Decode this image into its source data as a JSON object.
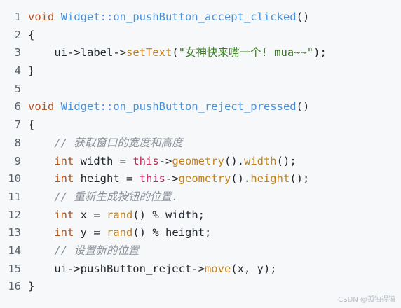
{
  "code": {
    "lines": [
      {
        "num": "1",
        "tokens": [
          {
            "t": "void",
            "c": "kw"
          },
          {
            "t": " ",
            "c": "plain"
          },
          {
            "t": "Widget::on_pushButton_accept_clicked",
            "c": "fn"
          },
          {
            "t": "()",
            "c": "plain"
          }
        ]
      },
      {
        "num": "2",
        "tokens": [
          {
            "t": "{",
            "c": "plain"
          }
        ]
      },
      {
        "num": "3",
        "tokens": [
          {
            "t": "    ui->label->",
            "c": "plain"
          },
          {
            "t": "setText",
            "c": "call"
          },
          {
            "t": "(",
            "c": "plain"
          },
          {
            "t": "\"女神快来嘴一个! mua~~\"",
            "c": "str"
          },
          {
            "t": ");",
            "c": "plain"
          }
        ]
      },
      {
        "num": "4",
        "tokens": [
          {
            "t": "}",
            "c": "plain"
          }
        ]
      },
      {
        "num": "5",
        "tokens": []
      },
      {
        "num": "6",
        "tokens": [
          {
            "t": "void",
            "c": "kw"
          },
          {
            "t": " ",
            "c": "plain"
          },
          {
            "t": "Widget::on_pushButton_reject_pressed",
            "c": "fn"
          },
          {
            "t": "()",
            "c": "plain"
          }
        ]
      },
      {
        "num": "7",
        "tokens": [
          {
            "t": "{",
            "c": "plain"
          }
        ]
      },
      {
        "num": "8",
        "tokens": [
          {
            "t": "    ",
            "c": "plain"
          },
          {
            "t": "// 获取窗口的宽度和高度",
            "c": "cm"
          }
        ]
      },
      {
        "num": "9",
        "tokens": [
          {
            "t": "    ",
            "c": "plain"
          },
          {
            "t": "int",
            "c": "kw"
          },
          {
            "t": " width = ",
            "c": "plain"
          },
          {
            "t": "this",
            "c": "this"
          },
          {
            "t": "->",
            "c": "plain"
          },
          {
            "t": "geometry",
            "c": "call"
          },
          {
            "t": "().",
            "c": "plain"
          },
          {
            "t": "width",
            "c": "call"
          },
          {
            "t": "();",
            "c": "plain"
          }
        ]
      },
      {
        "num": "10",
        "tokens": [
          {
            "t": "    ",
            "c": "plain"
          },
          {
            "t": "int",
            "c": "kw"
          },
          {
            "t": " height = ",
            "c": "plain"
          },
          {
            "t": "this",
            "c": "this"
          },
          {
            "t": "->",
            "c": "plain"
          },
          {
            "t": "geometry",
            "c": "call"
          },
          {
            "t": "().",
            "c": "plain"
          },
          {
            "t": "height",
            "c": "call"
          },
          {
            "t": "();",
            "c": "plain"
          }
        ]
      },
      {
        "num": "11",
        "tokens": [
          {
            "t": "    ",
            "c": "plain"
          },
          {
            "t": "// 重新生成按钮的位置.",
            "c": "cm"
          }
        ]
      },
      {
        "num": "12",
        "tokens": [
          {
            "t": "    ",
            "c": "plain"
          },
          {
            "t": "int",
            "c": "kw"
          },
          {
            "t": " x = ",
            "c": "plain"
          },
          {
            "t": "rand",
            "c": "call"
          },
          {
            "t": "() % width;",
            "c": "plain"
          }
        ]
      },
      {
        "num": "13",
        "tokens": [
          {
            "t": "    ",
            "c": "plain"
          },
          {
            "t": "int",
            "c": "kw"
          },
          {
            "t": " y = ",
            "c": "plain"
          },
          {
            "t": "rand",
            "c": "call"
          },
          {
            "t": "() % height;",
            "c": "plain"
          }
        ]
      },
      {
        "num": "14",
        "tokens": [
          {
            "t": "    ",
            "c": "plain"
          },
          {
            "t": "// 设置新的位置",
            "c": "cm"
          }
        ]
      },
      {
        "num": "15",
        "tokens": [
          {
            "t": "    ui->pushButton_reject->",
            "c": "plain"
          },
          {
            "t": "move",
            "c": "call"
          },
          {
            "t": "(x, y);",
            "c": "plain"
          }
        ]
      },
      {
        "num": "16",
        "tokens": [
          {
            "t": "}",
            "c": "plain"
          }
        ]
      }
    ]
  },
  "watermark": "CSDN @孤独得猿",
  "colors": {
    "background": "#f6f8fa",
    "keyword": "#b1541b",
    "function_name": "#4a90d9",
    "call": "#c4811a",
    "string": "#3d7a24",
    "comment": "#8a8f98",
    "this": "#c02a57",
    "line_number": "#57606a"
  }
}
